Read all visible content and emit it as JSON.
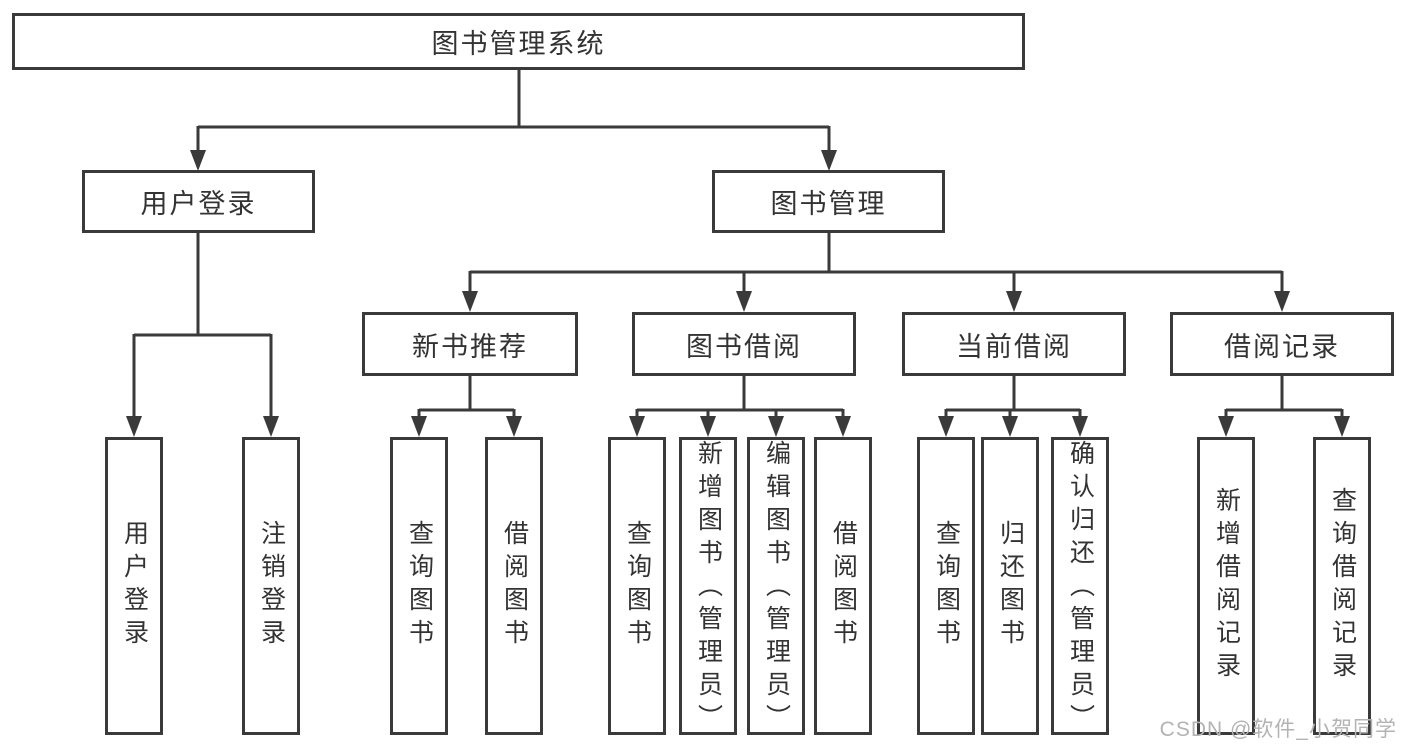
{
  "tree": {
    "label": "图书管理系统",
    "children": [
      {
        "label": "用户登录",
        "children": [
          {
            "label": "用户登录"
          },
          {
            "label": "注销登录"
          }
        ]
      },
      {
        "label": "图书管理",
        "children": [
          {
            "label": "新书推荐",
            "children": [
              {
                "label": "查询图书"
              },
              {
                "label": "借阅图书"
              }
            ]
          },
          {
            "label": "图书借阅",
            "children": [
              {
                "label": "查询图书"
              },
              {
                "label": "新增图书（管理员）"
              },
              {
                "label": "编辑图书（管理员）"
              },
              {
                "label": "借阅图书"
              }
            ]
          },
          {
            "label": "当前借阅",
            "children": [
              {
                "label": "查询图书"
              },
              {
                "label": "归还图书"
              },
              {
                "label": "确认归还（管理员）"
              }
            ]
          },
          {
            "label": "借阅记录",
            "children": [
              {
                "label": "新增借阅记录"
              },
              {
                "label": "查询借阅记录"
              }
            ]
          }
        ]
      }
    ]
  },
  "watermark": "CSDN @软件_小贺同学",
  "colors": {
    "line": "#3a3a3a",
    "text": "#333333",
    "watermark": "#b3b3b3",
    "background": "#ffffff"
  }
}
